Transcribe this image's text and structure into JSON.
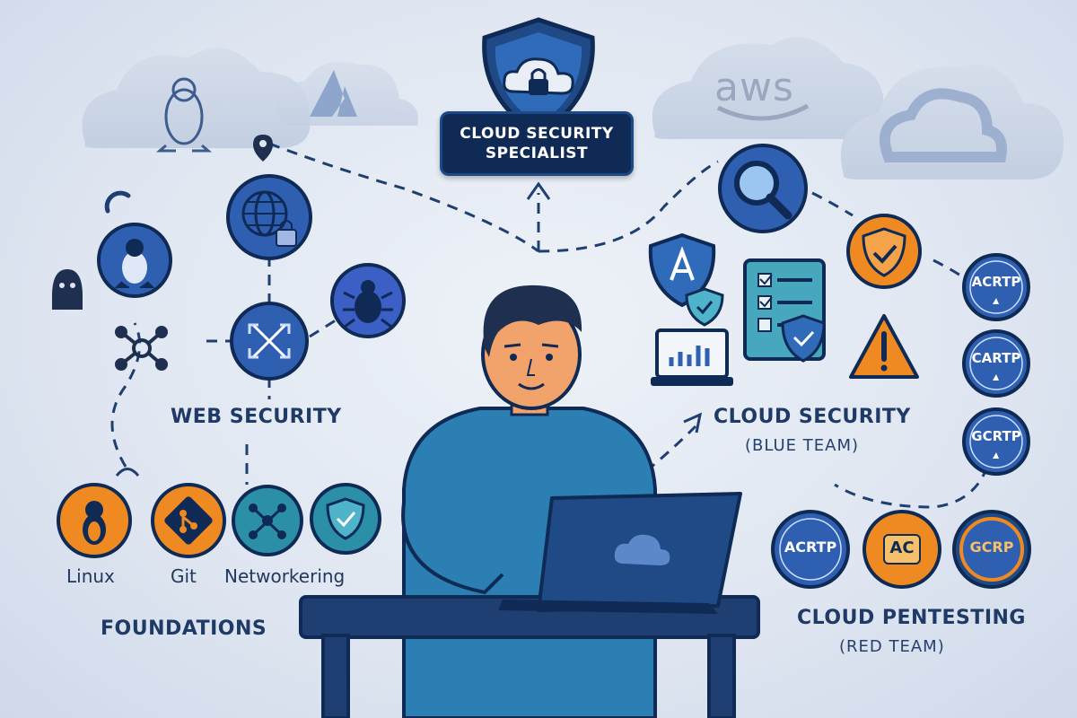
{
  "title": {
    "line1": "CLOUD SECURITY",
    "line2": "SPECIALIST"
  },
  "sections": {
    "foundations": "FOUNDATIONS",
    "web_security": "WEB SECURITY",
    "cloud_security": "CLOUD SECURITY",
    "cloud_security_sub": "(BLUE TEAM)",
    "cloud_pentesting": "CLOUD PENTESTING",
    "cloud_pentesting_sub": "(RED TEAM)"
  },
  "foundation_skills": [
    "Linux",
    "Git",
    "Networkering"
  ],
  "cloud_logo_text": "aws",
  "blue_team_certs": [
    "ACRTP",
    "CARTP",
    "GCRTP"
  ],
  "red_team_certs": [
    "ACRTP",
    "AC",
    "GCRP"
  ],
  "colors": {
    "navy": "#0e2a55",
    "blue": "#2f5fb0",
    "teal": "#2b8fa8",
    "orange": "#ef8a22",
    "text": "#1f3a66"
  },
  "icons": [
    "linux-penguin-icon",
    "git-icon",
    "network-icon",
    "shield-check-icon",
    "globe-lock-icon",
    "bug-icon",
    "crosshair-icon",
    "magnifier-icon",
    "checklist-icon",
    "warning-icon",
    "cloud-lock-shield-icon",
    "laptop-cloud-icon"
  ]
}
